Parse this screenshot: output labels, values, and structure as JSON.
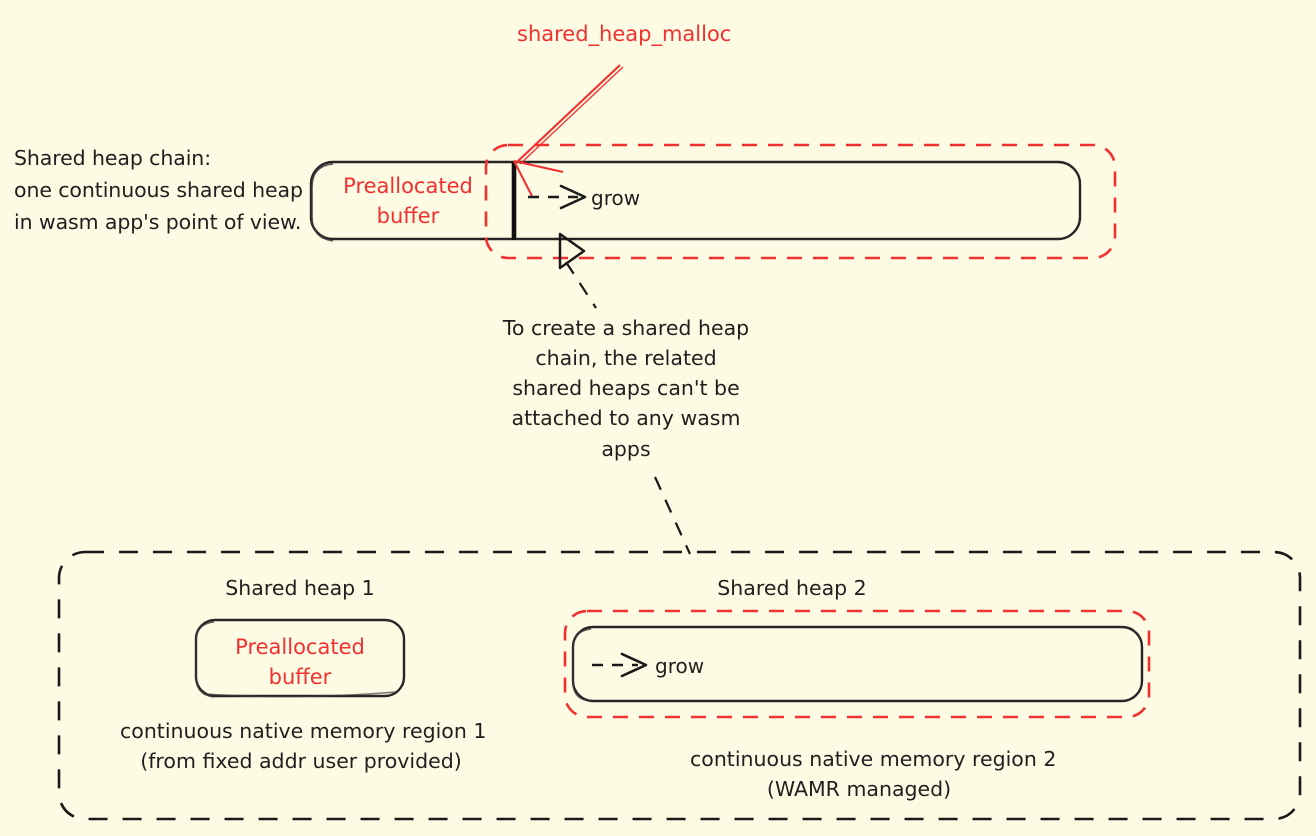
{
  "diagram": {
    "title": "WAMR shared heap chain diagram",
    "background_color": "#FDFBE3",
    "accent_red": "#F23030",
    "line_black": "#1f1f1f"
  },
  "top": {
    "left_caption": "Shared heap chain:\none continuous shared heap\nin wasm app's point of view.",
    "malloc_label": "shared_heap_malloc",
    "preallocated_label": "Preallocated\nbuffer",
    "grow_label": "grow"
  },
  "middle": {
    "note": "To create a shared heap\nchain, the related\nshared heaps can't be\nattached to any wasm\napps"
  },
  "bottom": {
    "shared_heap_1_title": "Shared heap 1",
    "shared_heap_2_title": "Shared heap 2",
    "preallocated_label": "Preallocated\nbuffer",
    "grow_label": "grow",
    "region_1_caption": "continuous native memory region 1\n(from fixed addr user provided)",
    "region_2_caption": "continuous native memory region 2\n(WAMR managed)"
  }
}
